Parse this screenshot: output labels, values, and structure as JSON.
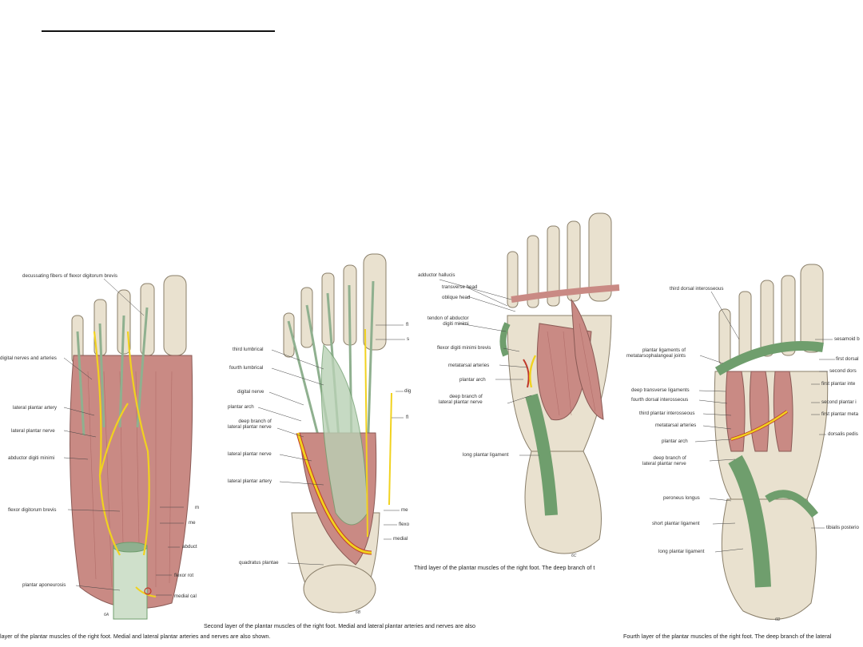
{
  "panels": [
    {
      "id": "first",
      "labels": [
        "decussating fibers of flexor digitorum brevis",
        "digital nerves and arteries",
        "lateral plantar artery",
        "lateral plantar nerve",
        "abductor digiti minimi",
        "flexor digitorum brevis",
        "plantar aponeurosis",
        "m",
        "me",
        "abduct",
        "flexor rot",
        "medial cal"
      ],
      "caption": "layer of the plantar muscles of the right foot. Medial and lateral plantar arteries and nerves are also shown.",
      "signature": "6A"
    },
    {
      "id": "second",
      "labels": [
        "third lumbrical",
        "fourth lumbrical",
        "digital nerve",
        "plantar arch",
        "deep branch of\nlateral plantar nerve",
        "lateral plantar nerve",
        "lateral plantar artery",
        "quadratus plantae",
        "fl",
        "s",
        "dig",
        "fl",
        "me",
        "flexo",
        "medial"
      ],
      "caption": "Second layer of the plantar muscles of the right foot. Medial and lateral plantar arteries and nerves are also",
      "signature": "6B"
    },
    {
      "id": "third",
      "labels": [
        "adductor hallucis",
        "transverse head",
        "oblique head",
        "tendon of abductor\ndigiti minimi",
        "flexor digiti minimi brevis",
        "metatarsal arteries",
        "plantar arch",
        "deep branch of\nlateral plantar nerve",
        "long plantar ligament"
      ],
      "caption": "Third layer of the plantar muscles of the right foot. The deep branch of t",
      "signature": "6C"
    },
    {
      "id": "fourth",
      "labels": [
        "third dorsal interosseous",
        "plantar ligaments of\nmetatarsophalangeal joints",
        "deep transverse ligaments",
        "fourth dorsal interosseous",
        "third plantar interosseous",
        "metatarsal arteries",
        "plantar arch",
        "deep branch of\nlateral plantar nerve",
        "peroneus longus",
        "short plantar ligament",
        "long plantar ligament",
        "sesamoid b",
        "first dorsal",
        "second dors",
        "first plantar inte",
        "second plantar i",
        "first plantar meta",
        "dorsalis pedis",
        "tibialis posterio"
      ],
      "caption": "Fourth layer of the plantar muscles of the right foot. The deep branch of the lateral",
      "signature": "6D"
    }
  ],
  "colors": {
    "bone": "#e9e1cf",
    "bone_outline": "#8a7f6a",
    "muscle": "#c98a84",
    "muscle_dark": "#a8625e",
    "tendon": "#8fb08f",
    "ligament": "#6f9e6d",
    "nerve": "#f1d21f",
    "artery": "#c0392b"
  }
}
